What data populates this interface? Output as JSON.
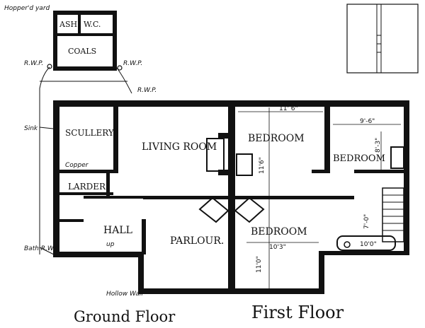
{
  "labels": {
    "hopper_yard": "Hopper'd yard",
    "ash": "ASH",
    "wc": "W.C.",
    "coals": "COALS",
    "rwp": "R.W.P.",
    "sink": "Sink",
    "scullery": "SCULLERY",
    "copper": "Copper",
    "larder": "LARDER",
    "hall": "HALL",
    "up": "up",
    "living_room": "LIVING ROOM",
    "parlour": "PARLOUR.",
    "bedroom": "BEDROOM",
    "bath_rwp": "Bath R.W.P.",
    "hollow_wall": "Hollow Wall"
  },
  "dimensions": {
    "bed1_width": "11' 6\"",
    "bed1_depth": "11'6\"",
    "bed2_width": "9'-6\"",
    "bed2_depth": "8'-3\"",
    "bed3_width": "10'3\"",
    "bed3_depth": "11'0\"",
    "landing": "7'-0\"",
    "bath": "10'0\""
  },
  "captions": {
    "ground": "Ground Floor",
    "first": "First Floor"
  }
}
